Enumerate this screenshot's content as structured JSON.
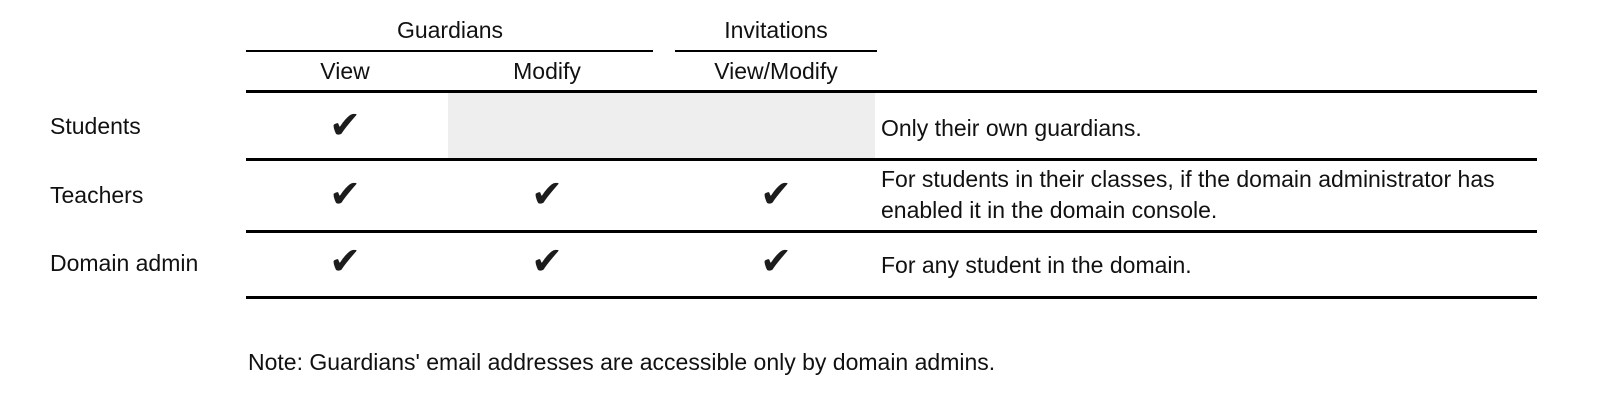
{
  "table": {
    "header": {
      "guardians_label": "Guardians",
      "invitations_label": "Invitations",
      "view_label": "View",
      "modify_label": "Modify",
      "view_modify_label": "View/Modify"
    },
    "rows": [
      {
        "label": "Students",
        "view": "✔",
        "modify": "",
        "invitations": "",
        "description": "Only their own guardians."
      },
      {
        "label": "Teachers",
        "view": "✔",
        "modify": "✔",
        "invitations": "✔",
        "description": "For students in their classes, if the domain administrator has enabled it in the domain console."
      },
      {
        "label": "Domain admin",
        "view": "✔",
        "modify": "✔",
        "invitations": "✔",
        "description": "For any student in the domain."
      }
    ]
  },
  "note": "Note: Guardians' email addresses are accessible only by domain admins.",
  "colors": {
    "text": "#111111",
    "rule": "#000000",
    "disabled_cell": "#eeeeee",
    "background": "#ffffff"
  }
}
